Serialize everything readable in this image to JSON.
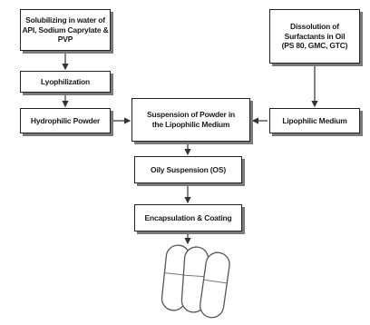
{
  "nodes": {
    "solubilizing": "Solubilizing in water of\nAPI, Sodium Caprylate & PVP",
    "dissolution": "Dissolution of\nSurfactants in Oil\n(PS 80, GMC, GTC)",
    "lyophilization": "Lyophilization",
    "hydrophilic_powder": "Hydrophilic Powder",
    "lipophilic_medium": "Lipophilic Medium",
    "suspension": "Suspension of  Powder in\nthe Lipophilic Medium",
    "oily_suspension": "Oily Suspension (OS)",
    "encapsulation": "Encapsulation & Coating"
  },
  "capsules": {
    "count": 3,
    "fill": "#ffffff",
    "outline": "#555555"
  },
  "colors": {
    "box_border": "#222222",
    "box_shadow": "#7a7a7a",
    "arrow": "#333333",
    "text": "#1a1a1a"
  }
}
